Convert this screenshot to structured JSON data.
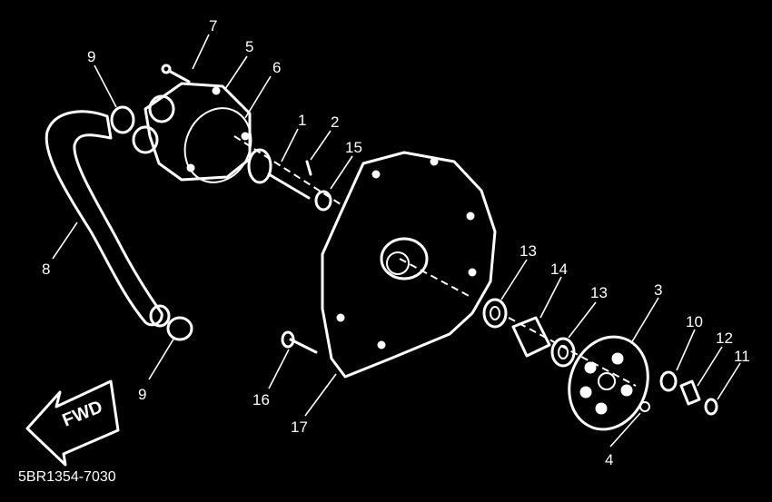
{
  "callouts": {
    "c1": "1",
    "c2": "2",
    "c3": "3",
    "c4": "4",
    "c5": "5",
    "c6": "6",
    "c7": "7",
    "c8": "8",
    "c9a": "9",
    "c9b": "9",
    "c10": "10",
    "c11": "11",
    "c12": "12",
    "c13a": "13",
    "c13b": "13",
    "c14": "14",
    "c15": "15",
    "c16": "16",
    "c17": "17"
  },
  "direction_label": "FWD",
  "drawing_code": "5BR1354-7030",
  "colors": {
    "background": "#000000",
    "line": "#ffffff"
  }
}
